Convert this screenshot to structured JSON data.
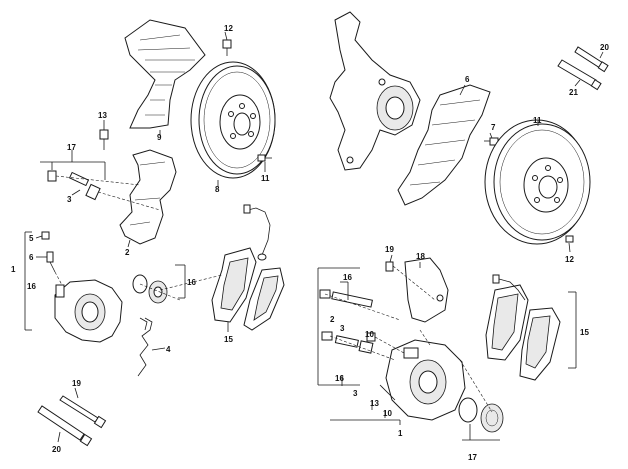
{
  "callouts": {
    "l1": "1",
    "l2": "2",
    "l3": "3",
    "l4": "4",
    "l5": "5",
    "l6": "6",
    "l8": "8",
    "l9": "9",
    "l11": "11",
    "l12": "12",
    "l13": "13",
    "l15": "15",
    "l16": "16",
    "l17": "17",
    "l19": "19",
    "l20": "20",
    "r1": "1",
    "r2": "2",
    "r3": "3",
    "r6": "6",
    "r7": "7",
    "r10": "10",
    "r11": "11",
    "r12": "12",
    "r13": "13",
    "r15": "15",
    "r16": "16",
    "r17": "17",
    "r18": "18",
    "r19": "19",
    "r20": "20",
    "r21": "21"
  },
  "colors": {
    "line": "#1a1a1a",
    "background": "#ffffff"
  }
}
